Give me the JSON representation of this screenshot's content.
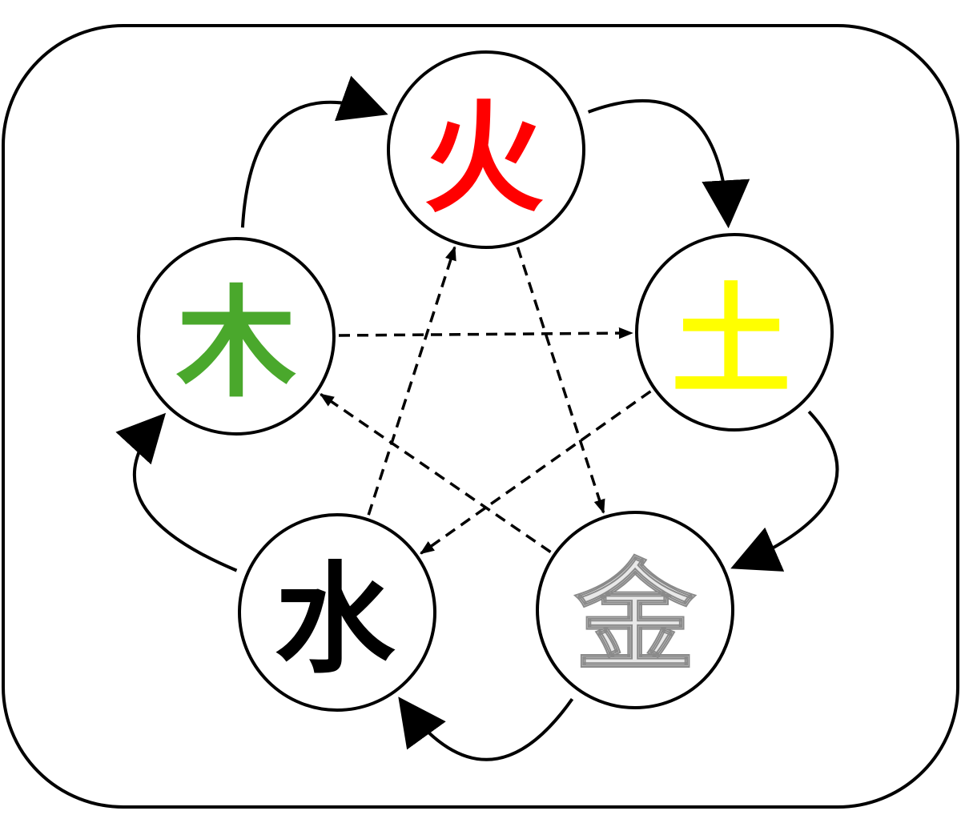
{
  "elements": [
    {
      "id": "fire",
      "char": "火",
      "color": "#ff0000",
      "stroke": "none"
    },
    {
      "id": "earth",
      "char": "土",
      "color": "#ffff00",
      "stroke": "none"
    },
    {
      "id": "metal",
      "char": "金",
      "color": "#e8e8e8",
      "stroke": "#8a8a8a"
    },
    {
      "id": "water",
      "char": "水",
      "color": "#000000",
      "stroke": "none"
    },
    {
      "id": "wood",
      "char": "木",
      "color": "#4aa82c",
      "stroke": "none"
    }
  ],
  "generating_cycle": [
    {
      "from": "wood",
      "to": "fire"
    },
    {
      "from": "fire",
      "to": "earth"
    },
    {
      "from": "earth",
      "to": "metal"
    },
    {
      "from": "metal",
      "to": "water"
    },
    {
      "from": "water",
      "to": "wood"
    }
  ],
  "controlling_cycle": [
    {
      "from": "wood",
      "to": "earth"
    },
    {
      "from": "earth",
      "to": "water"
    },
    {
      "from": "water",
      "to": "fire"
    },
    {
      "from": "fire",
      "to": "metal"
    },
    {
      "from": "metal",
      "to": "wood"
    }
  ]
}
